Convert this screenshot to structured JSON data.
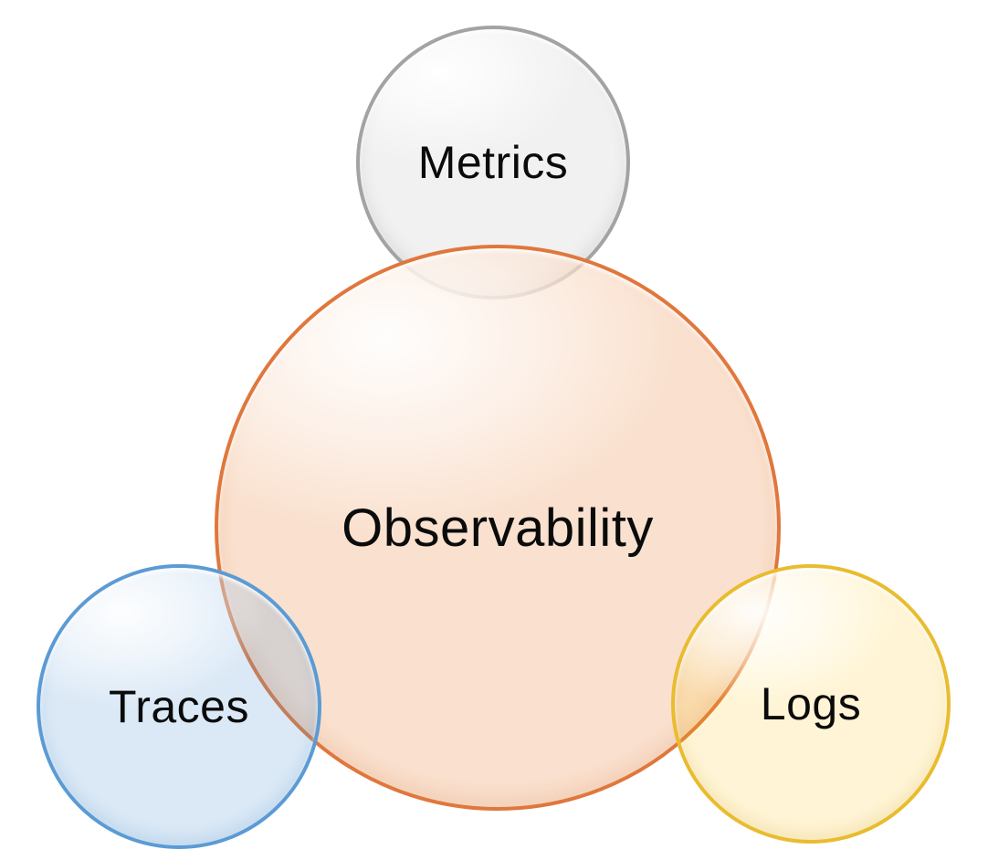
{
  "diagram": {
    "title": "Observability diagram",
    "background": "#FFFFFF",
    "text_color": "#0B0B0B",
    "center": {
      "label": "Observability",
      "fill": "#FAE8DC",
      "border": "#E0773C"
    },
    "nodes": [
      {
        "id": "metrics",
        "label": "Metrics",
        "position": "top",
        "fill": "#F2F2F2",
        "border": "#A3A3A3"
      },
      {
        "id": "traces",
        "label": "Traces",
        "position": "bottom-left",
        "fill": "#DCE9F6",
        "border": "#5B9BD5"
      },
      {
        "id": "logs",
        "label": "Logs",
        "position": "bottom-right",
        "fill": "#FDF2D8",
        "border": "#E9BC2F"
      }
    ]
  }
}
